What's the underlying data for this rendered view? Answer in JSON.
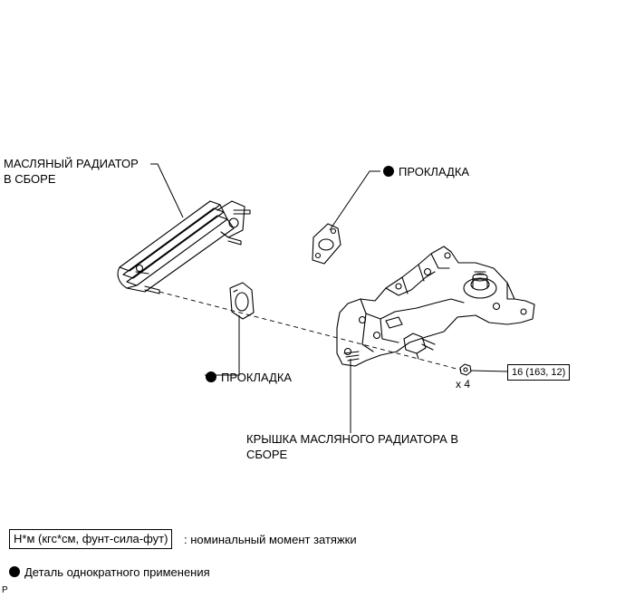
{
  "labels": {
    "cooler_line1": "МАСЛЯНЫЙ РАДИАТОР",
    "cooler_line2": "В СБОРЕ",
    "gasket_top": "ПРОКЛАДКА",
    "gasket_bottom": "ПРОКЛАДКА",
    "cover_line1": "КРЫШКА МАСЛЯНОГО РАДИАТОРА В",
    "cover_line2": "СБОРЕ",
    "torque": "16 (163, 12)",
    "quantity": "x 4"
  },
  "legend": {
    "unit_box": "Н*м (кгс*см, фунт-сила-фут)",
    "unit_desc": ": номинальный момент затяжки",
    "single_use": "Деталь однократного применения"
  },
  "footer_mark": "P"
}
